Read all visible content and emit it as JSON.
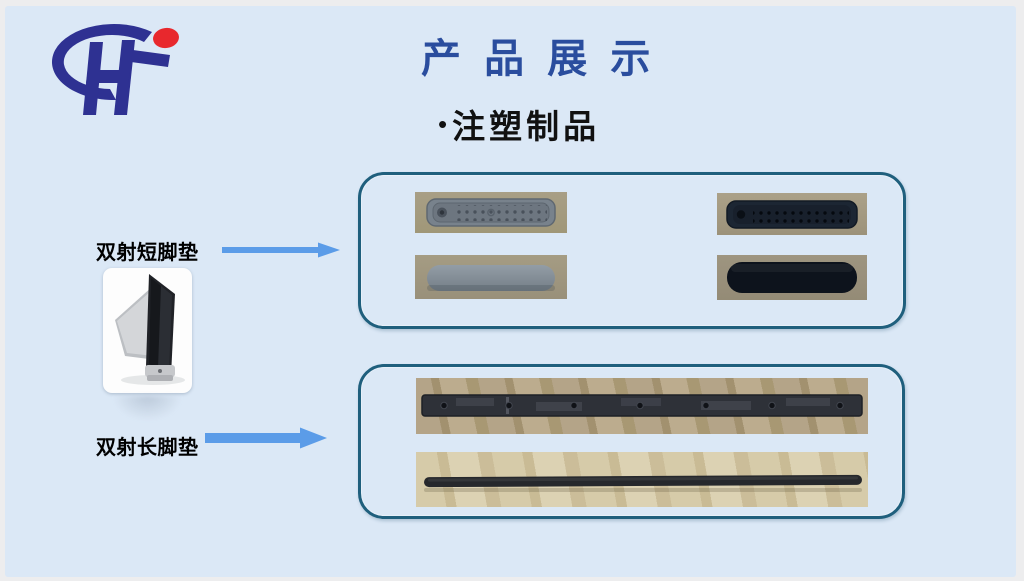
{
  "slide": {
    "title": "产 品 展 示",
    "bullet_marker": "•",
    "bullet_text": "注塑制品"
  },
  "labels": {
    "short_pad": "双射短脚垫",
    "long_pad": "双射长脚垫"
  },
  "colors": {
    "slide_background": "#dbe8f6",
    "outer_frame": "#ededee",
    "title_blue": "#2a4d9e",
    "text_black": "#111111",
    "arrow_blue": "#5b9ce8",
    "box_border_teal": "#1f5f7d",
    "logo_navy": "#2e3192",
    "logo_red": "#e8282d",
    "photo_tan": "#a49b82",
    "photo_wood_dark": "#b1a183",
    "photo_wood_light": "#cfc3a2"
  },
  "icons": {
    "logo": "hf-company-logo",
    "bullet": "bullet-dot",
    "arrow": "right-arrow"
  }
}
